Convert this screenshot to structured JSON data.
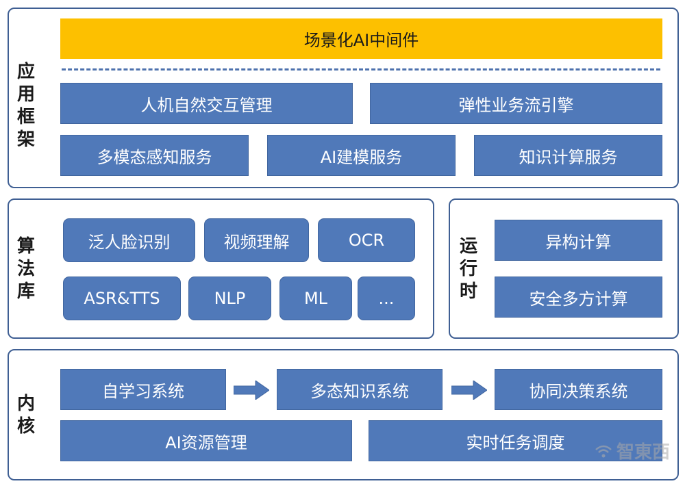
{
  "app_layer": {
    "label": [
      "应",
      "用",
      "框",
      "架"
    ],
    "middleware": "场景化AI中间件",
    "row1": [
      "人机自然交互管理",
      "弹性业务流引擎"
    ],
    "row2": [
      "多模态感知服务",
      "AI建模服务",
      "知识计算服务"
    ]
  },
  "algo_layer": {
    "label": [
      "算",
      "法",
      "库"
    ],
    "row1": [
      "泛人脸识别",
      "视频理解",
      "OCR"
    ],
    "row2": [
      "ASR&TTS",
      "NLP",
      "ML",
      "..."
    ]
  },
  "runtime_layer": {
    "label": [
      "运",
      "行",
      "时"
    ],
    "items": [
      "异构计算",
      "安全多方计算"
    ]
  },
  "kernel_layer": {
    "label": [
      "内",
      "核"
    ],
    "flow": [
      "自学习系统",
      "多态知识系统",
      "协同决策系统"
    ],
    "row2": [
      "AI资源管理",
      "实时任务调度"
    ]
  },
  "watermark": "智東西",
  "colors": {
    "block": "#5079b9",
    "highlight": "#fdc000",
    "border": "#3f5f93"
  }
}
